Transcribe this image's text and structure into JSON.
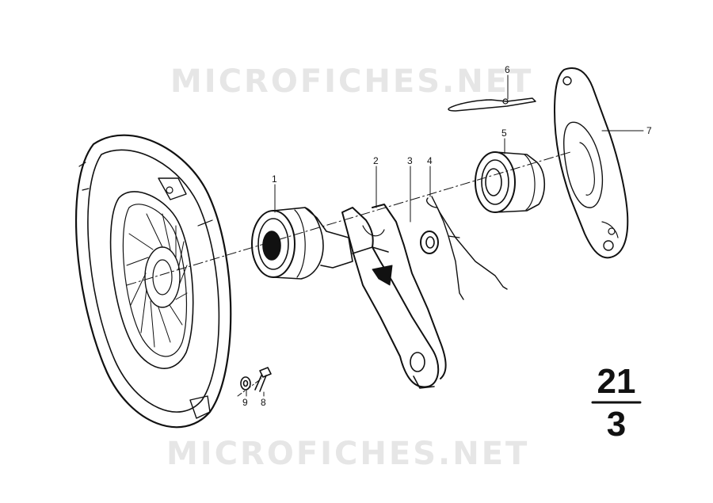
{
  "watermark": {
    "top": "MICROFICHES.NET",
    "bottom": "MICROFICHES.NET"
  },
  "callouts": {
    "c1": "1",
    "c2": "2",
    "c3": "3",
    "c4": "4",
    "c5": "5",
    "c6": "6",
    "c7": "7",
    "c8": "8",
    "c9": "9"
  },
  "group_number": {
    "main": "21",
    "sub": "3"
  },
  "colors": {
    "line": "#111111",
    "watermark": "#e6e6e6",
    "background": "#ffffff"
  }
}
